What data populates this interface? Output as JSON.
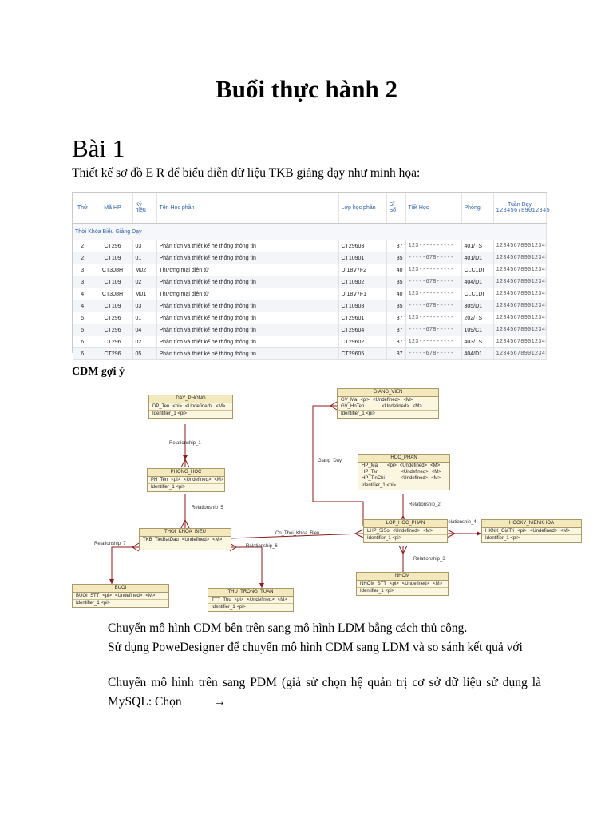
{
  "title": "Buổi thực hành 2",
  "section": "Bài 1",
  "intro": "Thiết kế sơ đồ E R để biểu diễn dữ liệu TKB giảng dạy như minh họa:",
  "tkb": {
    "headers": [
      "Thứ",
      "Mã HP",
      "Ký hiệu",
      "Tên Học phần",
      "Lớp học phần",
      "Sĩ Số",
      "Tiết Học",
      "Phòng",
      "Tuần Dạy"
    ],
    "tuan_header_numbers": "123456789012345",
    "group_label": "Thời Khóa Biểu Giảng Dạy",
    "rows": [
      [
        "2",
        "CT296",
        "03",
        "Phân tích và thiết kế hệ thống thông tin",
        "CT29603",
        "37",
        "123----------",
        "401/TS",
        "123456789012345"
      ],
      [
        "2",
        "CT109",
        "01",
        "Phân tích và thiết kế hệ thống thông tin",
        "CT10901",
        "35",
        "-----678-----",
        "401/D1",
        "123456789012345"
      ],
      [
        "3",
        "CT308H",
        "M02",
        "Thương mại điện tử",
        "DI18V7F2",
        "40",
        "123----------",
        "CLC1DI",
        "123456789012345"
      ],
      [
        "3",
        "CT109",
        "02",
        "Phân tích và thiết kế hệ thống thông tin",
        "CT10902",
        "35",
        "-----678-----",
        "404/D1",
        "123456789012345"
      ],
      [
        "4",
        "CT308H",
        "M01",
        "Thương mại điện tử",
        "DI18V7F1",
        "40",
        "123----------",
        "CLC1DI",
        "123456789012345"
      ],
      [
        "4",
        "CT109",
        "03",
        "Phân tích và thiết kế hệ thống thông tin",
        "CT10903",
        "35",
        "-----678-----",
        "305/D1",
        "123456789012345"
      ],
      [
        "5",
        "CT296",
        "01",
        "Phân tích và thiết kế hệ thống thông tin",
        "CT29601",
        "37",
        "123----------",
        "202/TS",
        "123456789012345"
      ],
      [
        "5",
        "CT296",
        "04",
        "Phân tích và thiết kế hệ thống thông tin",
        "CT29604",
        "37",
        "-----678-----",
        "109/C1",
        "123456789012345"
      ],
      [
        "6",
        "CT296",
        "02",
        "Phân tích và thiết kế hệ thống thông tin",
        "CT29602",
        "37",
        "123----------",
        "403/TS",
        "123456789012345"
      ],
      [
        "6",
        "CT296",
        "05",
        "Phân tích và thiết kế hệ thống thông tin",
        "CT29605",
        "37",
        "-----678-----",
        "404/D1",
        "123456789012345"
      ]
    ]
  },
  "cdm_heading": "CDM gợi ý",
  "diagram": {
    "entities": {
      "day_phong": {
        "name": "DAY_PHONG",
        "attrs": [
          {
            "name": "DP_Ten",
            "tag": "<pi>",
            "type": "<Undefined>",
            "req": "<M>"
          }
        ],
        "identifier": "Identifier_1  <pi>"
      },
      "phong_hoc": {
        "name": "PHONG_HOC",
        "attrs": [
          {
            "name": "PH_Ten",
            "tag": "<pi>",
            "type": "<Undefined>",
            "req": "<M>"
          }
        ],
        "identifier": "Identifier_1  <pi>"
      },
      "thoi_khoa_bieu": {
        "name": "THOI_KHOA_BIEU",
        "attrs": [
          {
            "name": "TKB_TietBatDau",
            "tag": "",
            "type": "<Undefined>",
            "req": "<M>"
          }
        ],
        "identifier": ""
      },
      "buoi": {
        "name": "BUOI",
        "attrs": [
          {
            "name": "BUOI_STT",
            "tag": "<pi>",
            "type": "<Undefined>",
            "req": "<M>"
          }
        ],
        "identifier": "Identifier_1  <pi>"
      },
      "thu_trong_tuan": {
        "name": "THU_TRONG_TUAN",
        "attrs": [
          {
            "name": "TTT_Thu",
            "tag": "<pi>",
            "type": "<Undefined>",
            "req": "<M>"
          }
        ],
        "identifier": "Identifier_1  <pi>"
      },
      "giang_vien": {
        "name": "GIANG_VIEN",
        "attrs": [
          {
            "name": "GV_Ma",
            "tag": "<pi>",
            "type": "<Undefined>",
            "req": "<M>"
          },
          {
            "name": "GV_HoTen",
            "tag": "",
            "type": "<Undefined>",
            "req": "<M>"
          }
        ],
        "identifier": "Identifier_1  <pi>"
      },
      "hoc_phan": {
        "name": "HOC_PHAN",
        "attrs": [
          {
            "name": "HP_Ma",
            "tag": "<pi>",
            "type": "<Undefined>",
            "req": "<M>"
          },
          {
            "name": "HP_Ten",
            "tag": "",
            "type": "<Undefined>",
            "req": "<M>"
          },
          {
            "name": "HP_TinChi",
            "tag": "",
            "type": "<Undefined>",
            "req": "<M>"
          }
        ],
        "identifier": "Identifier_1  <pi>"
      },
      "lop_hoc_phan": {
        "name": "LOP_HOC_PHAN",
        "attrs": [
          {
            "name": "LHP_SiSo",
            "tag": "",
            "type": "<Undefined>",
            "req": "<M>"
          }
        ],
        "identifier": "Identifier_1  <pi>"
      },
      "hocky_nienkhoa": {
        "name": "HOCKY_NIENKHOA",
        "attrs": [
          {
            "name": "HKNK_GiaTri",
            "tag": "<pi>",
            "type": "<Undefined>",
            "req": "<M>"
          }
        ],
        "identifier": "Identifier_1  <pi>"
      },
      "nhom": {
        "name": "NHOM",
        "attrs": [
          {
            "name": "NHOM_STT",
            "tag": "<pi>",
            "type": "<Undefined>",
            "req": "<M>"
          }
        ],
        "identifier": "Identifier_1  <pi>"
      }
    },
    "relationships": {
      "r1": "Relationship_1",
      "r2": "Relationship_2",
      "r3": "Relationship_3",
      "r4": "Relationship_4",
      "r5": "Relationship_5",
      "r6": "Relationship_6",
      "r7": "Relationship_7",
      "giang_day": "Giang_Day",
      "co_thoi_khoa_bieu": "Co_Thoi_Khoa_Bieu"
    },
    "line_color": "#8b1a1a"
  },
  "paragraphs": {
    "p1_line1": "Chuyển mô hình CDM bên trên sang mô hình LDM bằng cách thủ công.",
    "p1_line2": "Sử dụng PoweDesigner để chuyển mô hình CDM sang LDM và so sánh kết quả với",
    "p2": "Chuyển mô hình trên sang PDM (giả sử chọn hệ quản trị cơ sở dữ liệu sử dụng là MySQL: Chọn",
    "arrow": "→"
  }
}
